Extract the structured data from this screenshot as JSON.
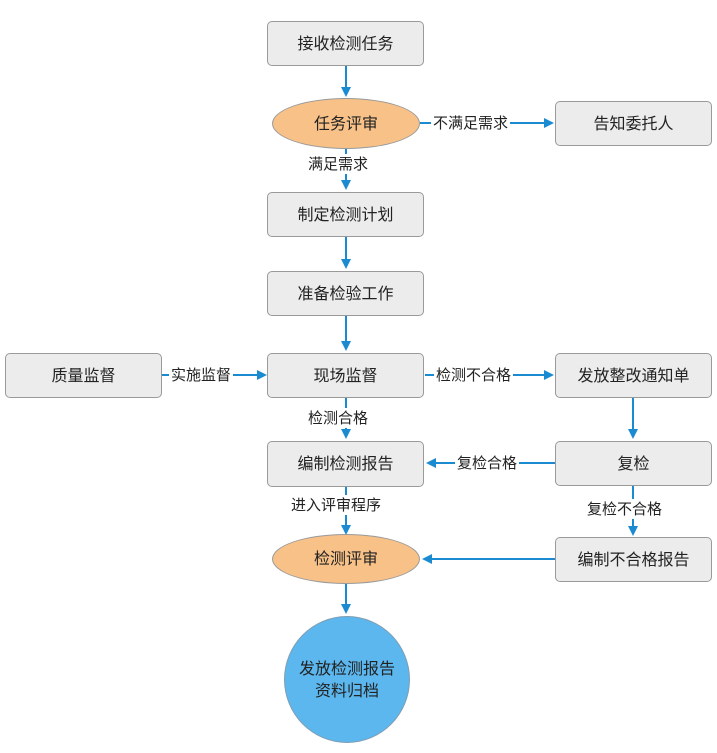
{
  "colors": {
    "arrow": "#1b8bd1",
    "process_fill": "#ececec",
    "review_fill": "#f7c188",
    "end_fill": "#5bb7ee"
  },
  "nodes": {
    "receive_task": "接收检测任务",
    "task_review": "任务评审",
    "notify_client": "告知委托人",
    "make_plan": "制定检测计划",
    "prepare_work": "准备检验工作",
    "quality_supervision": "质量监督",
    "onsite_supervision": "现场监督",
    "issue_rectification": "发放整改通知单",
    "recheck": "复检",
    "compile_report": "编制检测报告",
    "compile_nonconform_report": "编制不合格报告",
    "test_review": "检测评审",
    "final_line1": "发放检测报告",
    "final_line2": "资料归档"
  },
  "edge_labels": {
    "not_meet": "不满足需求",
    "meet": "满足需求",
    "implement_supervision": "实施监督",
    "test_fail": "检测不合格",
    "test_pass": "检测合格",
    "recheck_pass": "复检合格",
    "recheck_fail": "复检不合格",
    "enter_review": "进入评审程序"
  }
}
